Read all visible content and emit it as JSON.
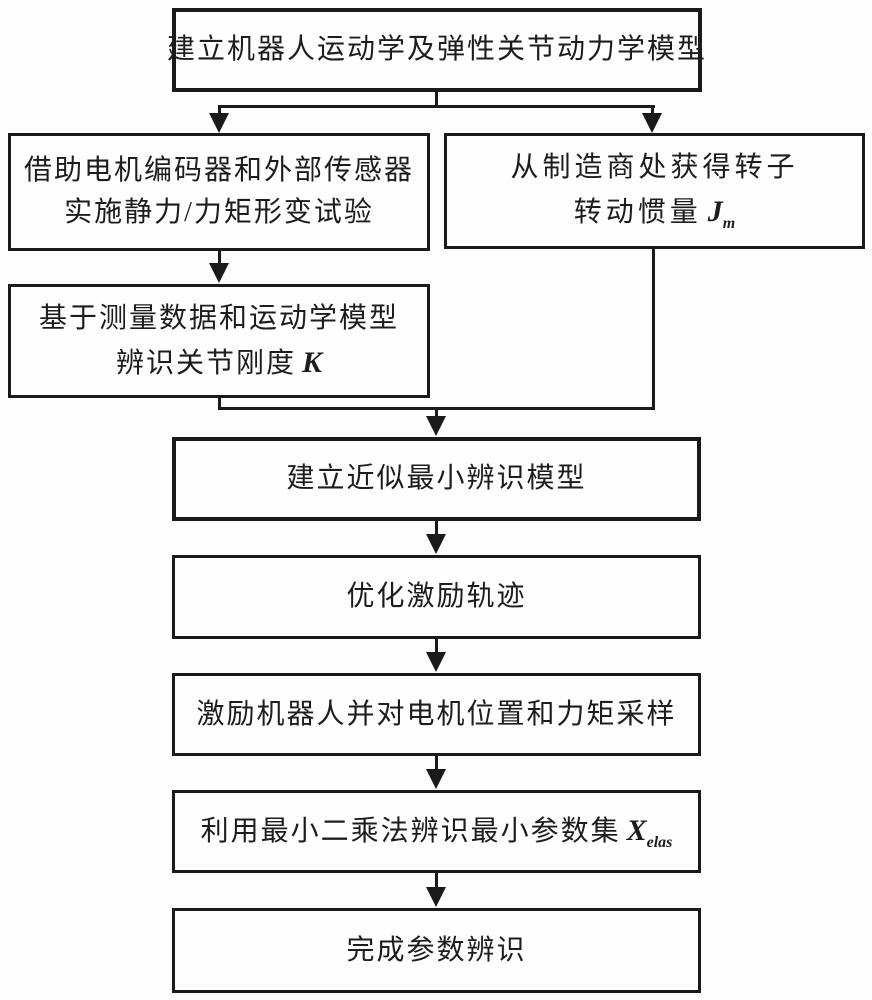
{
  "diagram": {
    "type": "flowchart",
    "colors": {
      "line": "#1a1a1a",
      "background": "#fdfdfd",
      "text": "#1d1d1d"
    },
    "nodes": {
      "dynamics_model": {
        "text": "建立机器人运动学及弹性关节动力学模型"
      },
      "deformation_test": {
        "line1": "借助电机编码器和外部传感器",
        "line2": "实施静力/力矩形变试验"
      },
      "rotor_inertia": {
        "line1": "从制造商处获得转子",
        "line2": "转动惯量",
        "symbol": "J",
        "subscript": "m"
      },
      "joint_stiffness": {
        "line1": "基于测量数据和运动学模型",
        "line2": "辨识关节刚度",
        "symbol": "K",
        "subscript": ""
      },
      "min_identification": {
        "text": "建立近似最小辨识模型"
      },
      "excitation_trajectory": {
        "text": "优化激励轨迹"
      },
      "sampling": {
        "text": "激励机器人并对电机位置和力矩采样"
      },
      "least_squares": {
        "text": "利用最小二乘法辨识最小参数集",
        "symbol": "X",
        "subscript": "elas"
      },
      "complete": {
        "text": "完成参数辨识"
      }
    },
    "edges": [
      {
        "from": "dynamics_model",
        "to": "deformation_test"
      },
      {
        "from": "dynamics_model",
        "to": "rotor_inertia"
      },
      {
        "from": "deformation_test",
        "to": "joint_stiffness"
      },
      {
        "from": "joint_stiffness",
        "to": "min_identification"
      },
      {
        "from": "rotor_inertia",
        "to": "min_identification"
      },
      {
        "from": "min_identification",
        "to": "excitation_trajectory"
      },
      {
        "from": "excitation_trajectory",
        "to": "sampling"
      },
      {
        "from": "sampling",
        "to": "least_squares"
      },
      {
        "from": "least_squares",
        "to": "complete"
      }
    ]
  }
}
